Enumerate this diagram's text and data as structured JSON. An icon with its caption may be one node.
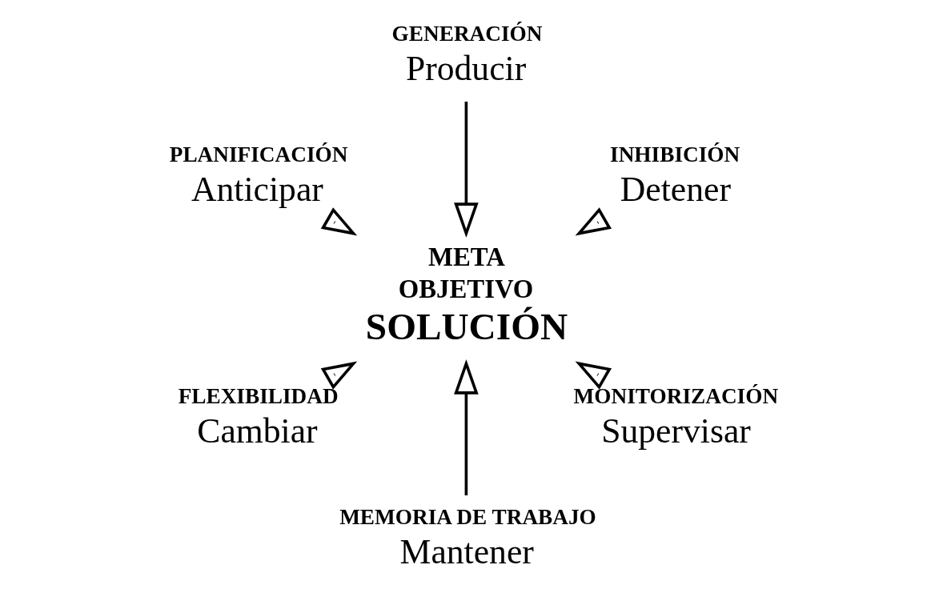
{
  "diagram": {
    "nodes": [
      {
        "text": [
          "META",
          "OBJETIVO",
          "SOLUCIÓN"
        ]
      },
      {
        "text": [
          "PLANIFICACIÓN",
          "Anticipar"
        ]
      },
      {
        "text": [
          "GENERACIÓN",
          "Producir"
        ]
      },
      {
        "text": [
          "INHIBICIÓN",
          "Detener"
        ]
      },
      {
        "text": [
          "MONITORIZACIÓN",
          "Supervisar"
        ]
      },
      {
        "text": [
          "MEMORIA DE TRABAJO",
          "Mantener"
        ]
      },
      {
        "text": [
          "FLEXIBILIDAD",
          "Cambiar"
        ]
      }
    ],
    "edges": [
      {
        "from": 1,
        "to": 0,
        "arrow": "to"
      },
      {
        "from": 2,
        "to": 0,
        "arrow": "to"
      },
      {
        "from": 6,
        "to": 0,
        "arrow": "to"
      },
      {
        "from": 3,
        "to": 0,
        "arrow": "to"
      },
      {
        "from": 5,
        "to": 0,
        "arrow": "to"
      },
      {
        "from": 4,
        "to": 0,
        "arrow": "to"
      }
    ]
  }
}
